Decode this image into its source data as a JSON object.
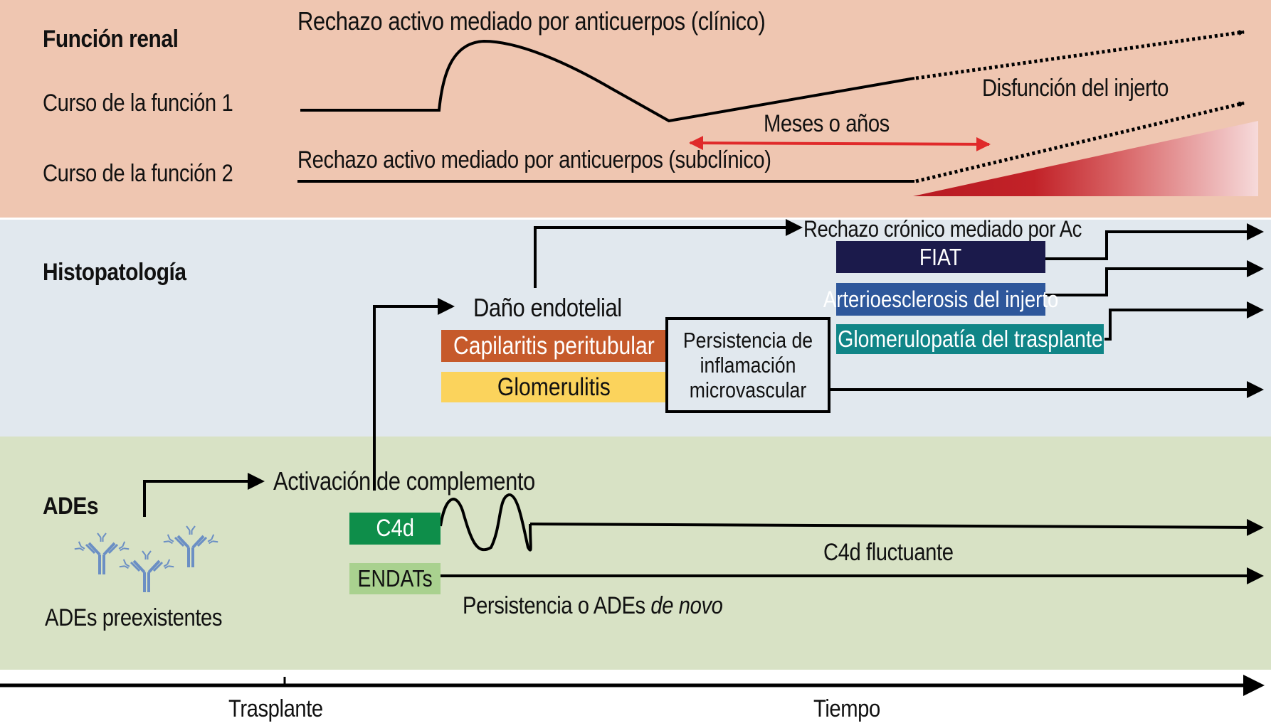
{
  "sections": {
    "renal": {
      "title": "Función renal",
      "course1": "Curso de la función 1",
      "course2": "Curso de la función 2",
      "clinical_rejection": "Rechazo activo mediado por anticuerpos (clínico)",
      "subclinical_rejection": "Rechazo activo mediado por anticuerpos (subclínico)",
      "months_years": "Meses o años",
      "graft_dysfunction": "Disfunción del injerto"
    },
    "histopathology": {
      "title": "Histopatología",
      "endothelial_damage": "Daño endotelial",
      "chronic_rejection": "Rechazo crónico mediado por Ac",
      "boxes": {
        "capilaritis": "Capilaritis peritubular",
        "glomerulitis": "Glomerulitis",
        "persistencia": "Persistencia de inflamación microvascular",
        "fiat": "FIAT",
        "arterioesclerosis": "Arterioesclerosis del injerto",
        "glomerulopatia": "Glomerulopatía del trasplante"
      }
    },
    "ades": {
      "title": "ADEs",
      "complement_activation": "Activación de complemento",
      "preexisting": "ADEs preexistentes",
      "c4d_label": "C4d",
      "endats_label": "ENDATs",
      "c4d_fluctuating": "C4d fluctuante",
      "persistence_prefix": "Persistencia o ADEs ",
      "persistence_italic": "de novo",
      "antibody_icon": "antibody-icon"
    }
  },
  "axis": {
    "transplant_label": "Trasplante",
    "time_label": "Tiempo"
  },
  "colors": {
    "renal_band": "#efc6b1",
    "histo_band": "#e1e8ee",
    "ades_band": "#d8e2c5",
    "capilaritis": "#c65a2b",
    "glomerulitis": "#fbd35c",
    "fiat": "#1b1a4b",
    "arterioesclerosis": "#2e579b",
    "glomerulopatia": "#108587",
    "c4d": "#0e8e4a",
    "endats": "#a9d18f",
    "months_arrow": "#e02a2a",
    "dysfunction_gradient_start": "#b81a22",
    "dysfunction_gradient_end": "#f6dada",
    "antibody": "#6b8fc4"
  }
}
